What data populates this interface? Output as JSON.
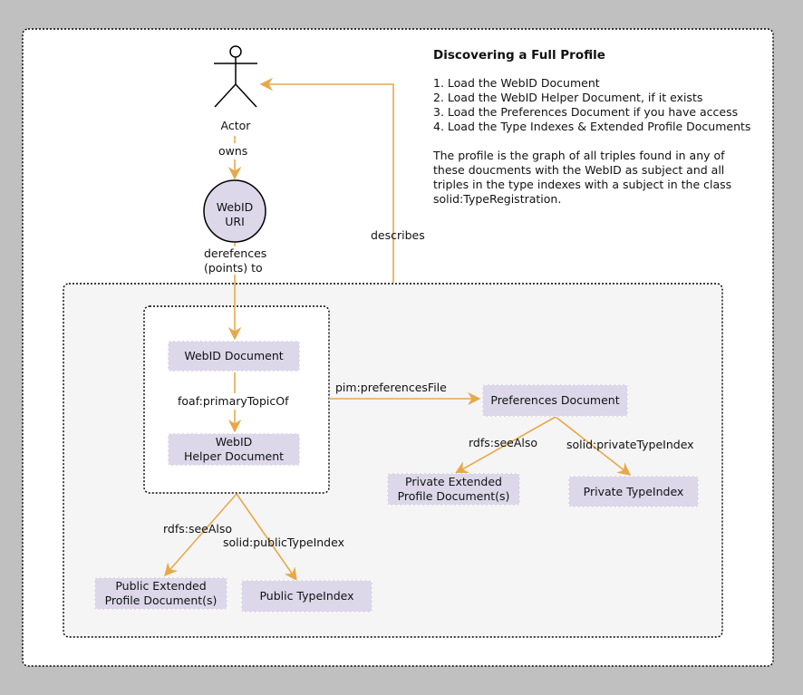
{
  "title": "Discovering a Full Profile",
  "steps": [
    "1. Load the WebID Document",
    "2. Load the WebID Helper Document, if it exists",
    "3. Load the Preferences Document if you have access",
    "4. Load the Type Indexes & Extended Profile Documents"
  ],
  "description": [
    "The profile is the graph of all triples found in any of",
    "these doucments with the WebID as subject and all",
    "triples in the type indexes with a subject in the class",
    "solid:TypeRegistration."
  ],
  "actor_label": "Actor",
  "webid_uri": [
    "WebID",
    "URI"
  ],
  "nodes": {
    "webid_document": "WebID Document",
    "webid_helper": [
      "WebID",
      "Helper Document"
    ],
    "preferences": "Preferences Document",
    "private_extended": [
      "Private Extended",
      "Profile Document(s)"
    ],
    "private_typeindex": "Private TypeIndex",
    "public_extended": [
      "Public Extended",
      "Profile Document(s)"
    ],
    "public_typeindex": "Public TypeIndex"
  },
  "edges": {
    "owns": "owns",
    "dereferences": [
      "derefences",
      "(points) to"
    ],
    "describes": "describes",
    "primary_topic_of": "foaf:primaryTopicOf",
    "preferences_file": "pim:preferencesFile",
    "see_also_private": "rdfs:seeAlso",
    "private_type_index": "solid:privateTypeIndex",
    "see_also_public": "rdfs:seeAlso",
    "public_type_index": "solid:publicTypeIndex"
  },
  "colors": {
    "arrow": "#e8a84a",
    "node_fill": "#dcd8ea",
    "panel_fill": "#f5f5f5",
    "circle_fill": "#dcd8ea"
  }
}
